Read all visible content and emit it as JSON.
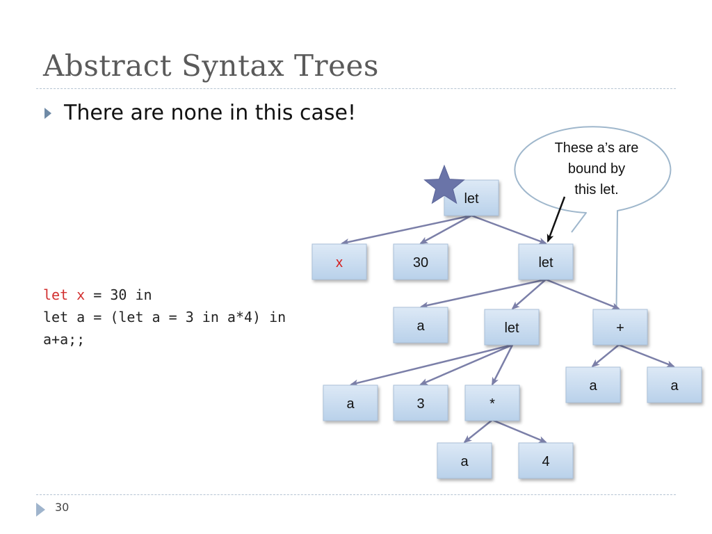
{
  "slide": {
    "title": "Abstract Syntax Trees",
    "bullet": "There are none in this case!",
    "page_number": "30"
  },
  "code": {
    "line1": {
      "kw": "let",
      "var": "x",
      "rest": " = 30 in"
    },
    "line2": "let a = (let a = 3 in a*4) in",
    "line3": "a+a;;"
  },
  "callout": {
    "lines": [
      "These a’s are",
      "bound by",
      "this let."
    ]
  },
  "tree": {
    "nodes": [
      {
        "id": "root",
        "label": "let",
        "starred": true
      },
      {
        "id": "x",
        "label": "x",
        "color": "#d42020"
      },
      {
        "id": "n30",
        "label": "30"
      },
      {
        "id": "let2",
        "label": "let"
      },
      {
        "id": "a1",
        "label": "a"
      },
      {
        "id": "let3",
        "label": "let"
      },
      {
        "id": "plus",
        "label": "+"
      },
      {
        "id": "a2",
        "label": "a"
      },
      {
        "id": "n3",
        "label": "3"
      },
      {
        "id": "mul",
        "label": "*"
      },
      {
        "id": "a5",
        "label": "a"
      },
      {
        "id": "a6",
        "label": "a"
      },
      {
        "id": "a3",
        "label": "a"
      },
      {
        "id": "n4",
        "label": "4"
      }
    ]
  },
  "colors": {
    "node_fill": "#c9dcf0",
    "edge": "#7b7fa8",
    "star": "#6a74a8",
    "callout_border": "#9fb7cc"
  }
}
